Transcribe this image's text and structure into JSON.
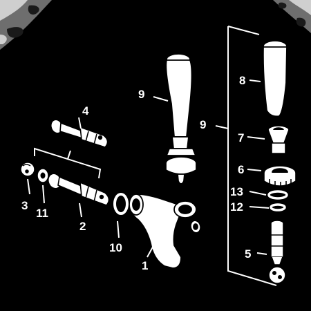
{
  "diagram": {
    "callouts": {
      "n1": "1",
      "n2": "2",
      "n3": "3",
      "n4": "4",
      "n5": "5",
      "n6": "6",
      "n7": "7",
      "n8": "8",
      "n9_left": "9",
      "n9_right": "9",
      "n10": "10",
      "n11": "11",
      "n12": "12",
      "n13": "13"
    },
    "colors": {
      "background": "#000000",
      "line": "#ffffff",
      "part_fill": "#ffffff",
      "camo_dark": "#1a1a1a",
      "camo_mid": "#6e6e6e",
      "camo_light": "#cfcfcf"
    }
  }
}
